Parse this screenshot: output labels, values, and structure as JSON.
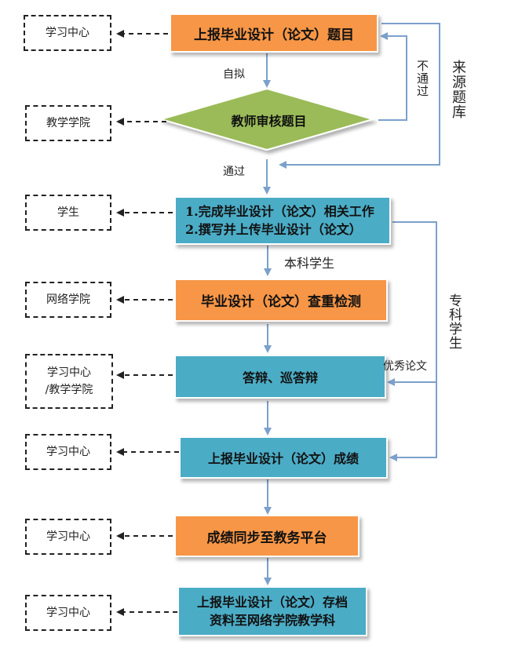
{
  "steps": {
    "s1": "上报毕业设计（论文）题目",
    "review": "教师审核题目",
    "s3_line1": "1.完成毕业设计（论文）相关工作",
    "s3_line2": "2.撰写并上传毕业设计（论文）",
    "s4": "毕业设计（论文）查重检测",
    "s5": "答辩、巡答辩",
    "s6": "上报毕业设计（论文）成绩",
    "s7": "成绩同步至教务平台",
    "s8_line1": "上报毕业设计（论文）存档",
    "s8_line2": "资料至网络学院教学科"
  },
  "actors": {
    "a1": "学习中心",
    "a2": "教学学院",
    "a3": "学生",
    "a4": "网络学院",
    "a5_line1": "学习中心",
    "a5_line2": "/教学学院",
    "a6": "学习中心",
    "a7": "学习中心",
    "a8": "学习中心"
  },
  "edge_labels": {
    "self_proposed": "自拟",
    "not_passed": "不通过",
    "question_bank": "来源题库",
    "passed": "通过",
    "undergrad": "本科学生",
    "junior_college": "专科学生",
    "excellent_thesis": "优秀论文"
  },
  "colors": {
    "orange": "#f79646",
    "blue": "#4bacc6",
    "green": "#9bbb59",
    "arrow": "#7ba0cc",
    "dashed": "#222222"
  }
}
